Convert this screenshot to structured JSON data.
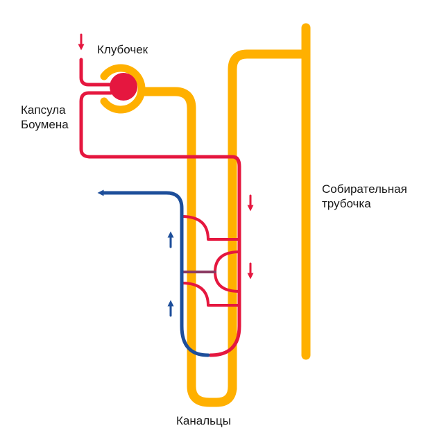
{
  "labels": {
    "glomerulus": "Клубочек",
    "capsule_line1": "Капсула",
    "capsule_line2": "Боумена",
    "collecting_line1": "Собирательная",
    "collecting_line2": "трубочка",
    "tubules": "Канальцы"
  },
  "colors": {
    "tubule": "#FFB000",
    "artery": "#E5173F",
    "vein": "#1D4E9A",
    "capillary": "#8B3A62",
    "text": "#1a1a1a"
  },
  "icons": {
    "flow_arrow": "arrow-icon"
  }
}
